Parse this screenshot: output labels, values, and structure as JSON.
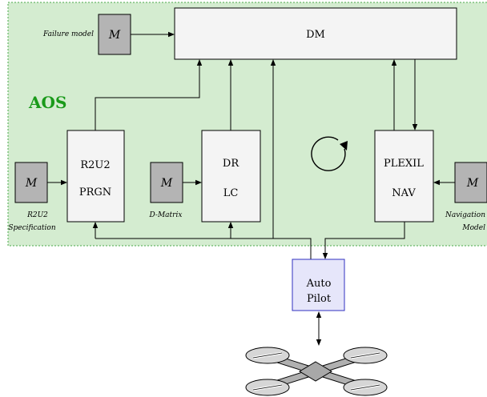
{
  "region": {
    "label": "AOS"
  },
  "model_glyph": "M",
  "boxes": {
    "dm": "DM",
    "r2u2_line1": "R2U2",
    "r2u2_line2": "PRGN",
    "dr_line1": "DR",
    "dr_line2": "LC",
    "plexil_line1": "PLEXIL",
    "plexil_line2": "NAV",
    "autopilot_line1": "Auto",
    "autopilot_line2": "Pilot"
  },
  "models": {
    "failure": "Failure model",
    "r2u2_spec_line1": "R2U2",
    "r2u2_spec_line2": "Specification",
    "dmatrix": "D-Matrix",
    "navigation_line1": "Navigation",
    "navigation_line2": "Model"
  },
  "colors": {
    "aos_fill": "#d4ecd0",
    "aos_border": "#4aa84a",
    "aos_text": "#1a9a1a",
    "box_fill": "#f4f4f4",
    "model_fill": "#b4b4b4",
    "autopilot_fill": "#e6e6fa",
    "autopilot_border": "#3030c0",
    "drone_gray": "#b0b0b0"
  },
  "icons": [
    "cycle-arrow-icon",
    "quadcopter-icon"
  ]
}
